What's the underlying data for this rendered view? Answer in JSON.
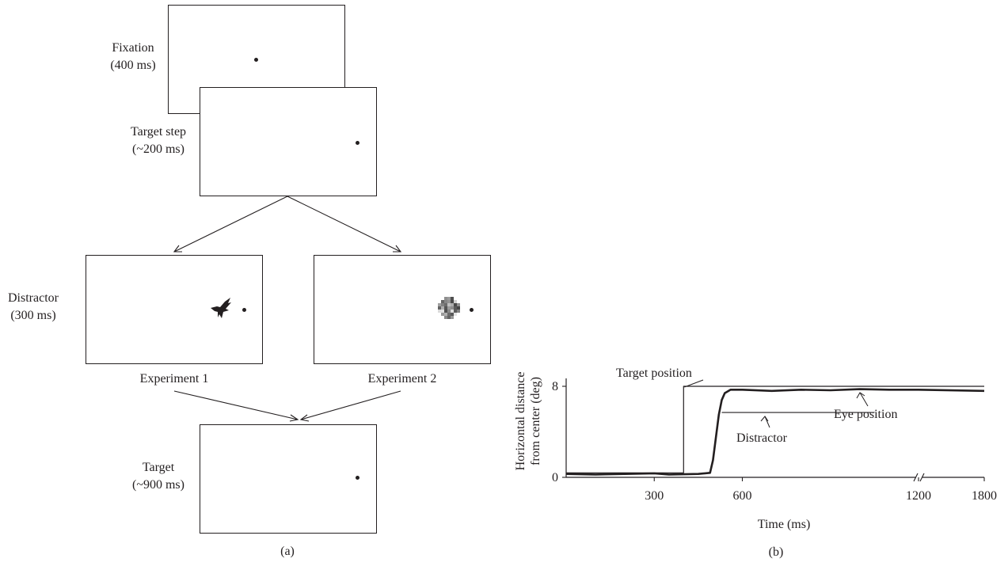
{
  "panel_a": {
    "fixation": {
      "title": "Fixation",
      "duration": "(400 ms)"
    },
    "target_step": {
      "title": "Target step",
      "duration": "(~200 ms)"
    },
    "distractor": {
      "title": "Distractor",
      "duration": "(300 ms)"
    },
    "experiment1": "Experiment 1",
    "experiment2": "Experiment 2",
    "target": {
      "title": "Target",
      "duration": "(~900 ms)"
    },
    "caption": "(a)"
  },
  "panel_b": {
    "caption": "(b)",
    "ylabel_line1": "Horizontal distance",
    "ylabel_line2": "from center (deg)",
    "xlabel": "Time (ms)",
    "annotations": {
      "target_position": "Target position",
      "eye_position": "Eye position",
      "distractor": "Distractor"
    }
  },
  "colors": {
    "ink": "#231f20",
    "background": "#ffffff"
  },
  "chart_data": {
    "type": "line",
    "xlabel": "Time (ms)",
    "ylabel": "Horizontal distance from center (deg)",
    "x_ticks": [
      300,
      600,
      1200,
      1800
    ],
    "y_ticks": [
      0,
      8
    ],
    "xlim": [
      0,
      1800
    ],
    "ylim": [
      0,
      8
    ],
    "axis_break": "between 1200 and 1800",
    "series": [
      {
        "name": "Target position",
        "x": [
          0,
          400,
          400,
          1800
        ],
        "y": [
          0.4,
          0.4,
          8,
          8
        ]
      },
      {
        "name": "Eye position",
        "x": [
          0,
          100,
          200,
          300,
          350,
          450,
          490,
          500,
          510,
          520,
          530,
          540,
          560,
          600,
          700,
          800,
          900,
          1000,
          1100,
          1200,
          1800
        ],
        "y": [
          0.3,
          0.25,
          0.3,
          0.35,
          0.25,
          0.3,
          0.4,
          1.5,
          3.5,
          5.5,
          6.8,
          7.4,
          7.7,
          7.7,
          7.6,
          7.7,
          7.65,
          7.75,
          7.7,
          7.7,
          7.6
        ]
      },
      {
        "name": "Distractor",
        "x": [
          530,
          1050
        ],
        "y": [
          5.7,
          5.7
        ]
      }
    ]
  }
}
